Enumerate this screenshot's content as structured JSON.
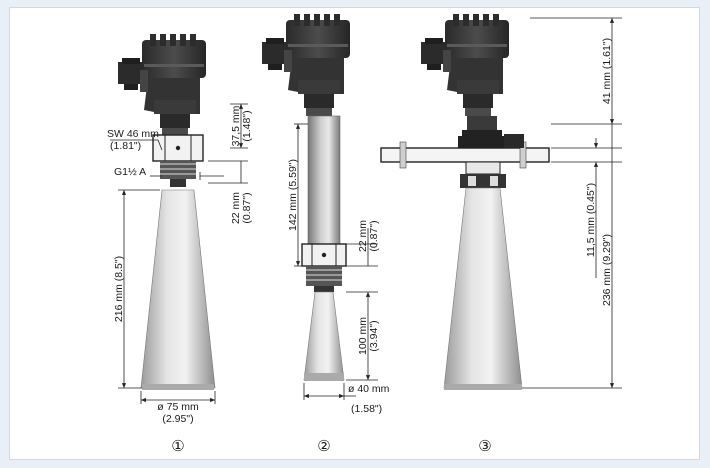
{
  "colors": {
    "background": "#e9eff7",
    "panel": "#ffffff",
    "device_body": "#404040",
    "device_dark": "#1e1e1e",
    "horn_light": "#d6d6d6",
    "horn_dark": "#8a8a8a",
    "dimension_line": "#222222"
  },
  "icons": [
    "circled-digit-1",
    "circled-digit-2",
    "circled-digit-3"
  ],
  "variant1": {
    "label": "①",
    "dim_housing": "37,5 mm",
    "dim_housing_in": "(1.48\")",
    "dim_sw": "SW 46 mm",
    "dim_sw_in": "(1.81\")",
    "thread": "G1½ A",
    "dim_thread": "22 mm",
    "dim_thread_in": "(0.87\")",
    "dim_horn": "216 mm (8.5\")",
    "dim_diam": "ø 75 mm",
    "dim_diam_in": "(2.95\")"
  },
  "variant2": {
    "label": "②",
    "dim_ext": "142 mm (5.59\")",
    "dim_thread": "22 mm",
    "dim_thread_in": "(0.87\")",
    "dim_horn": "100 mm",
    "dim_horn_in": "(3.94\")",
    "dim_diam": "ø 40 mm",
    "dim_diam_in": "(1.58\")"
  },
  "variant3": {
    "label": "③",
    "dim_top": "41 mm (1.61\")",
    "dim_flange": "11,5 mm (0.45\")",
    "dim_total": "236 mm (9.29\")"
  }
}
